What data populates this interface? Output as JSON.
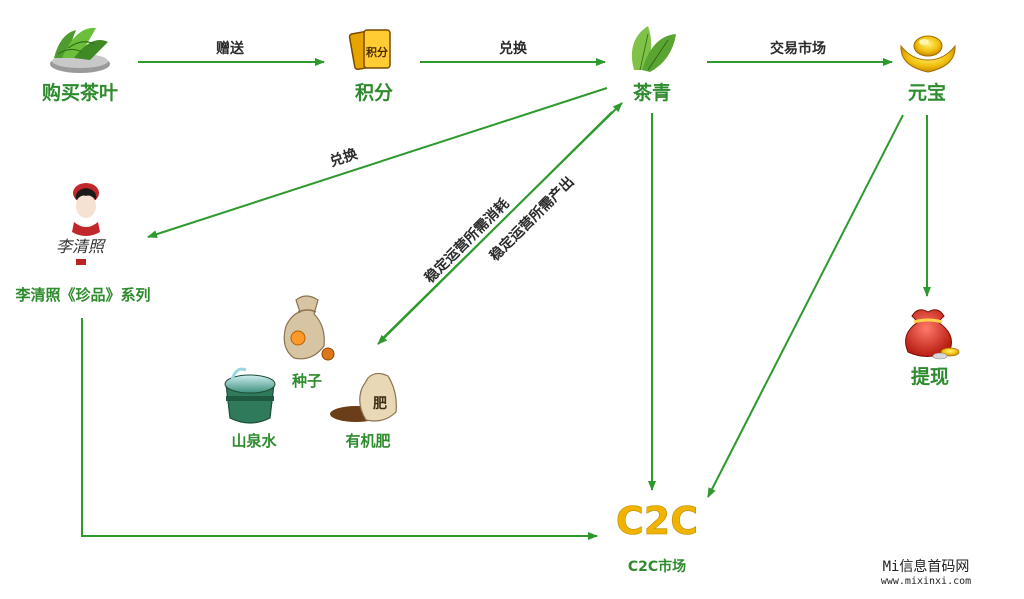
{
  "nodes": {
    "buy_tea": "购买茶叶",
    "points": "积分",
    "points_icon_text": "积分",
    "tea_green": "茶青",
    "yuanbao": "元宝",
    "li_qingzhao": "李清照《珍品》系列",
    "li_qingzhao_calligraphy": "李清照",
    "seed": "种子",
    "spring_water": "山泉水",
    "fertilizer": "有机肥",
    "fertilizer_icon_text": "肥",
    "withdraw": "提现",
    "c2c_logo": "C2C",
    "c2c_market": "C2C市场"
  },
  "edges": {
    "gift": "赠送",
    "exchange_points": "兑换",
    "trade_market": "交易市场",
    "exchange_li": "兑换",
    "consume": "稳定运营所需消耗",
    "produce": "稳定运营所需产出"
  },
  "watermark": {
    "title": "Mi信息首码网",
    "url": "www.mixinxi.com"
  },
  "colors": {
    "arrow": "#2e9a2e",
    "label": "#2e8b2e",
    "c2c": "#f0b400"
  }
}
